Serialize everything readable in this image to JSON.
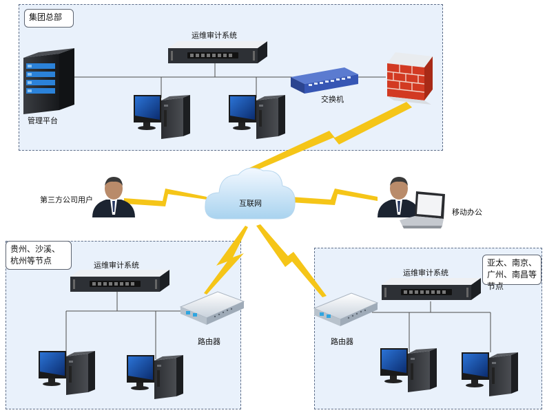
{
  "colors": {
    "zone_fill": "#e9f1fb",
    "zone_border": "#5b6b86",
    "lightning": "#f5c518",
    "link_line": "#4a4a4a"
  },
  "hq": {
    "title": "集团总部",
    "audit": "运维审计系统",
    "platform": "管理平台",
    "switch": "交换机"
  },
  "internet": {
    "cloud": "互联网",
    "third_party": "第三方公司用户",
    "mobile": "移动办公"
  },
  "left_branch": {
    "title": "贵州、沙溪、杭州等节点",
    "audit": "运维审计系统",
    "router": "路由器"
  },
  "right_branch": {
    "title": "亚太、南京、广州、南昌等节点",
    "audit": "运维审计系统",
    "router": "路由器"
  },
  "icons": [
    "server-tower-icon",
    "audit-appliance-icon",
    "desktop-pc-icon",
    "network-switch-icon",
    "firewall-icon",
    "cloud-icon",
    "person-icon",
    "laptop-icon",
    "router-icon",
    "lightning-link-icon"
  ]
}
